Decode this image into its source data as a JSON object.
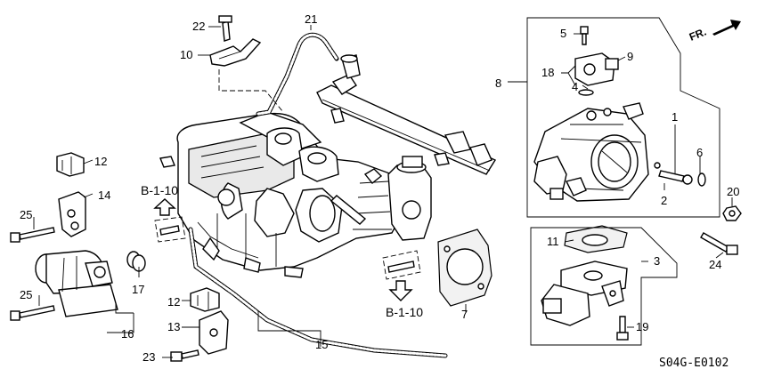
{
  "diagram_code": "S04G-E0102",
  "direction_label": "FR.",
  "callouts": {
    "p1": "1",
    "p2": "2",
    "p3": "3",
    "p4": "4",
    "p5": "5",
    "p6": "6",
    "p7": "7",
    "p8": "8",
    "p9": "9",
    "p10": "10",
    "p11": "11",
    "p12a": "12",
    "p12b": "12",
    "p13": "13",
    "p14": "14",
    "p15": "15",
    "p16": "16",
    "p17": "17",
    "p18": "18",
    "p19": "19",
    "p20": "20",
    "p21": "21",
    "p22": "22",
    "p23": "23",
    "p24": "24",
    "p25a": "25",
    "p25b": "25"
  },
  "references": {
    "top": "B-1-10",
    "bottom": "B-1-10"
  }
}
